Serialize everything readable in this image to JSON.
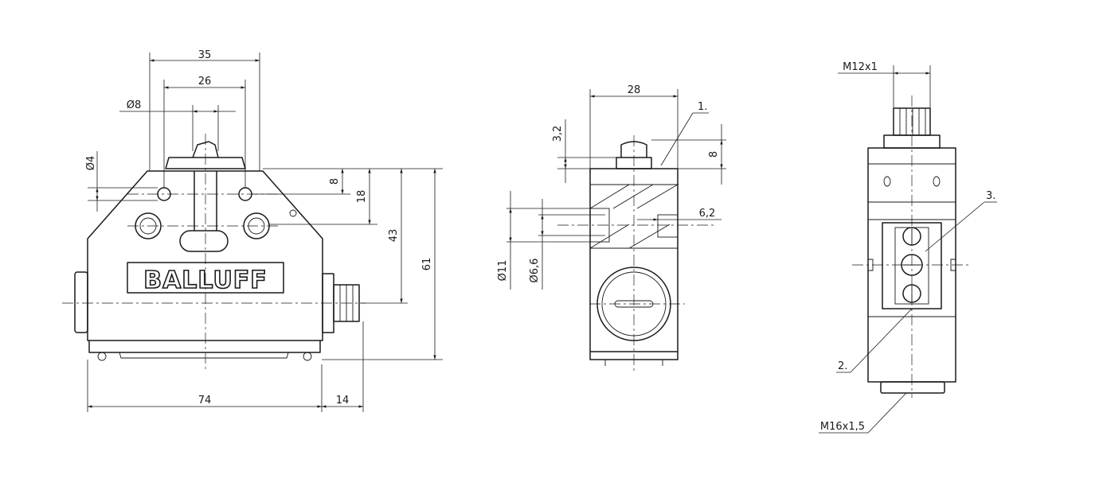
{
  "brand": {
    "logo_text": "BALLUFF"
  },
  "front_view": {
    "dim_width_total": "74",
    "dim_connector": "14",
    "dim_top_35": "35",
    "dim_top_26": "26",
    "dim_plunger_dia": "Ø8",
    "dim_hole_dia": "Ø4",
    "dim_8": "8",
    "dim_18": "18",
    "dim_43": "43",
    "dim_61": "61"
  },
  "side_view": {
    "dim_28": "28",
    "dim_3_2": "3,2",
    "dim_8": "8",
    "dim_6_2": "6,2",
    "dim_dia_11": "Ø11",
    "dim_dia_6_6": "Ø6,6",
    "callout_1": "1."
  },
  "end_view": {
    "thread_top": "M12x1",
    "thread_bottom": "M16x1,5",
    "callout_2": "2.",
    "callout_3": "3."
  }
}
